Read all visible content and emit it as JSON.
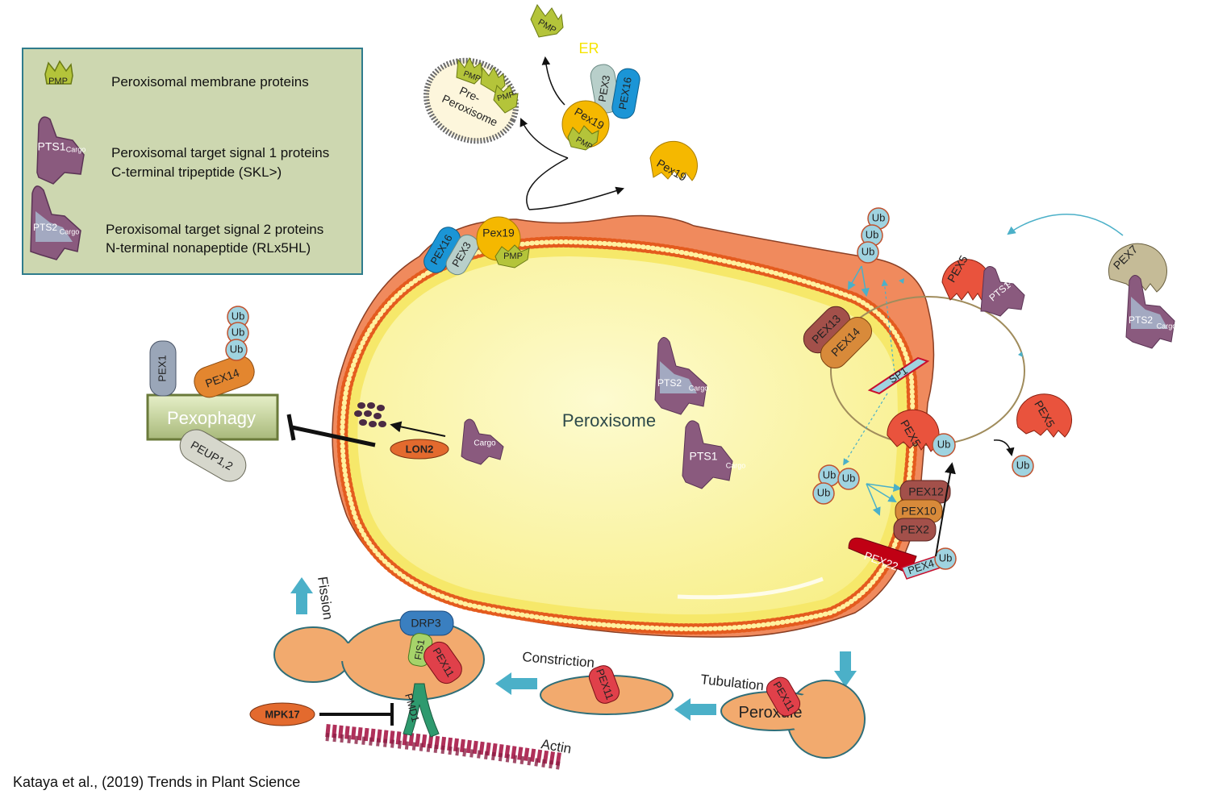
{
  "legend": {
    "pmp_tag": "PMP",
    "pmp_desc": "Peroxisomal membrane proteins",
    "pts1_tag": "PTS1",
    "pts1_cargo": "Cargo",
    "pts1_desc_1": "Peroxisomal target signal 1 proteins",
    "pts1_desc_2": "C-terminal tripeptide (SKL>)",
    "pts2_tag": "PTS2",
    "pts2_cargo": "Cargo",
    "pts2_desc_1": "Peroxisomal target signal 2 proteins",
    "pts2_desc_2": "N-terminal nonapeptide (RLx5HL)"
  },
  "labels": {
    "er": "ER",
    "pre_peroxisome_1": "Pre-",
    "pre_peroxisome_2": "Peroxisome",
    "peroxisome": "Peroxisome",
    "pexophagy": "Pexophagy",
    "lon2": "LON2",
    "cargo": "Cargo",
    "pts1": "PTS1",
    "pts2": "PTS2",
    "pmp": "PMP",
    "ub": "Ub",
    "pex19": "Pex19",
    "pex3": "PEX3",
    "pex16": "PEX16",
    "pex1": "PEX1",
    "pex14": "PEX14",
    "peup": "PEUP1,2",
    "pex13": "PEX13",
    "sp1": "SP1",
    "pex5": "PEX5",
    "pex7": "PEX7",
    "pex12": "PEX12",
    "pex10": "PEX10",
    "pex2": "PEX2",
    "pex22": "PEX22",
    "pex4": "PEX4",
    "pex11": "PEX11",
    "drp3": "DRP3",
    "fis1": "FIS1",
    "pmd1": "PMD1",
    "mpk17": "MPK17",
    "actin": "Actin",
    "fission": "Fission",
    "constriction": "Constriction",
    "tubulation": "Tubulation",
    "peroxule": "Peroxule"
  },
  "citation": "Kataya et al., (2019) Trends in Plant Science",
  "colors": {
    "legend_bg": "#cdd7b0",
    "legend_border": "#2f7c8c",
    "membrane": "#f08a5d",
    "lumen": "#fbf7a8",
    "pmp": "#b4c43a",
    "cargo": "#8a5a7e",
    "ub": "#9fd3e0",
    "pex19": "#f5b800",
    "pex5": "#e9533d",
    "arrow_teal": "#4bb0c8",
    "peroxule": "#f2aa6e"
  }
}
